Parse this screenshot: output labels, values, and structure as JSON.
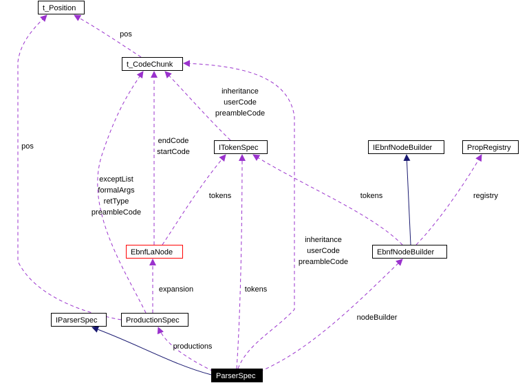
{
  "diagram": {
    "nodes": [
      {
        "id": "t_Position",
        "label": "t_Position"
      },
      {
        "id": "t_CodeChunk",
        "label": "t_CodeChunk"
      },
      {
        "id": "ITokenSpec",
        "label": "ITokenSpec"
      },
      {
        "id": "IEbnfNodeBuilder",
        "label": "IEbnfNodeBuilder"
      },
      {
        "id": "PropRegistry",
        "label": "PropRegistry"
      },
      {
        "id": "EbnfLaNode",
        "label": "EbnfLaNode"
      },
      {
        "id": "EbnfNodeBuilder",
        "label": "EbnfNodeBuilder"
      },
      {
        "id": "IParserSpec",
        "label": "IParserSpec"
      },
      {
        "id": "ProductionSpec",
        "label": "ProductionSpec"
      },
      {
        "id": "ParserSpec",
        "label": "ParserSpec"
      }
    ],
    "edges": [
      {
        "from": "t_CodeChunk",
        "to": "t_Position",
        "type": "usage",
        "labels": [
          "pos"
        ]
      },
      {
        "from": "ProductionSpec",
        "to": "t_Position",
        "type": "usage",
        "labels": [
          "pos"
        ]
      },
      {
        "from": "ProductionSpec",
        "to": "t_CodeChunk",
        "type": "usage",
        "labels": [
          "exceptList",
          "formalArgs",
          "retType",
          "preambleCode"
        ]
      },
      {
        "from": "EbnfLaNode",
        "to": "t_CodeChunk",
        "type": "usage",
        "labels": [
          "endCode",
          "startCode"
        ]
      },
      {
        "from": "ITokenSpec",
        "to": "t_CodeChunk",
        "type": "usage",
        "labels": [
          "inheritance",
          "userCode",
          "preambleCode"
        ]
      },
      {
        "from": "ParserSpec",
        "to": "t_CodeChunk",
        "type": "usage",
        "labels": [
          "inheritance",
          "userCode",
          "preambleCode"
        ]
      },
      {
        "from": "EbnfLaNode",
        "to": "ITokenSpec",
        "type": "usage",
        "labels": [
          "tokens"
        ]
      },
      {
        "from": "ParserSpec",
        "to": "ITokenSpec",
        "type": "usage",
        "labels": [
          "tokens"
        ]
      },
      {
        "from": "EbnfNodeBuilder",
        "to": "ITokenSpec",
        "type": "usage",
        "labels": [
          "tokens"
        ]
      },
      {
        "from": "EbnfNodeBuilder",
        "to": "IEbnfNodeBuilder",
        "type": "inheritance",
        "labels": []
      },
      {
        "from": "EbnfNodeBuilder",
        "to": "PropRegistry",
        "type": "usage",
        "labels": [
          "registry"
        ]
      },
      {
        "from": "ProductionSpec",
        "to": "EbnfLaNode",
        "type": "usage",
        "labels": [
          "expansion"
        ]
      },
      {
        "from": "ParserSpec",
        "to": "ProductionSpec",
        "type": "usage",
        "labels": [
          "productions"
        ]
      },
      {
        "from": "ParserSpec",
        "to": "EbnfNodeBuilder",
        "type": "usage",
        "labels": [
          "nodeBuilder"
        ]
      },
      {
        "from": "ParserSpec",
        "to": "IParserSpec",
        "type": "inheritance",
        "labels": []
      }
    ],
    "colors": {
      "usage": "#9a32cd",
      "inheritance": "#191970",
      "highlight": "#ff0000"
    }
  }
}
